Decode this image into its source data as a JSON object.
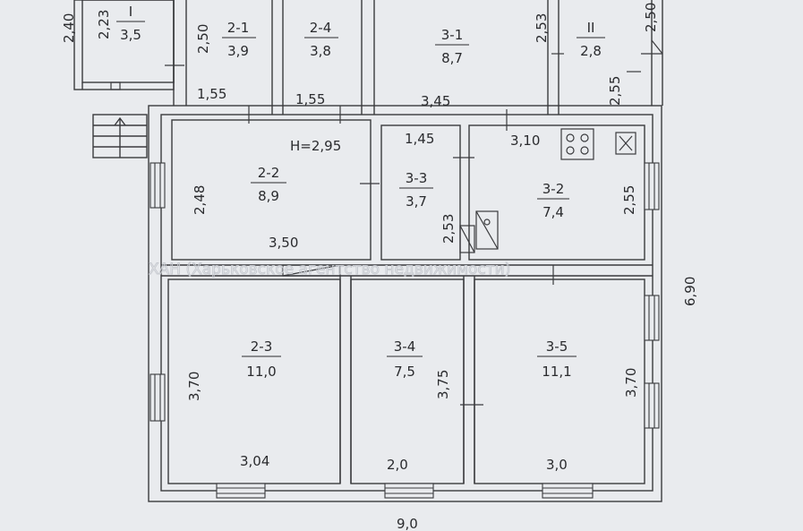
{
  "watermark": "ХАН (Харьковское агентство недвижимости)",
  "height_note": "H=2,95",
  "rooms": {
    "r_I": {
      "id": "I",
      "area": "3,5"
    },
    "r_21": {
      "id": "2-1",
      "area": "3,9"
    },
    "r_24": {
      "id": "2-4",
      "area": "3,8"
    },
    "r_31": {
      "id": "3-1",
      "area": "8,7"
    },
    "r_II": {
      "id": "II",
      "area": "2,8"
    },
    "r_22": {
      "id": "2-2",
      "area": "8,9"
    },
    "r_33": {
      "id": "3-3",
      "area": "3,7"
    },
    "r_32": {
      "id": "3-2",
      "area": "7,4"
    },
    "r_23": {
      "id": "2-3",
      "area": "11,0"
    },
    "r_34": {
      "id": "3-4",
      "area": "7,5"
    },
    "r_35": {
      "id": "3-5",
      "area": "11,1"
    }
  },
  "dims": {
    "d_240": "2,40",
    "d_223": "2,23",
    "d_250a": "2,50",
    "d_253a": "2,53",
    "d_250b": "2,50",
    "d_255a": "2,55",
    "d_155a": "1,55",
    "d_155b": "1,55",
    "d_345": "3,45",
    "d_145": "1,45",
    "d_310": "3,10",
    "d_248": "2,48",
    "d_350": "3,50",
    "d_253b": "2,53",
    "d_255b": "2,55",
    "d_690": "6,90",
    "d_370a": "3,70",
    "d_375": "3,75",
    "d_370b": "3,70",
    "d_304": "3,04",
    "d_20": "2,0",
    "d_30": "3,0",
    "d_90": "9,0"
  }
}
